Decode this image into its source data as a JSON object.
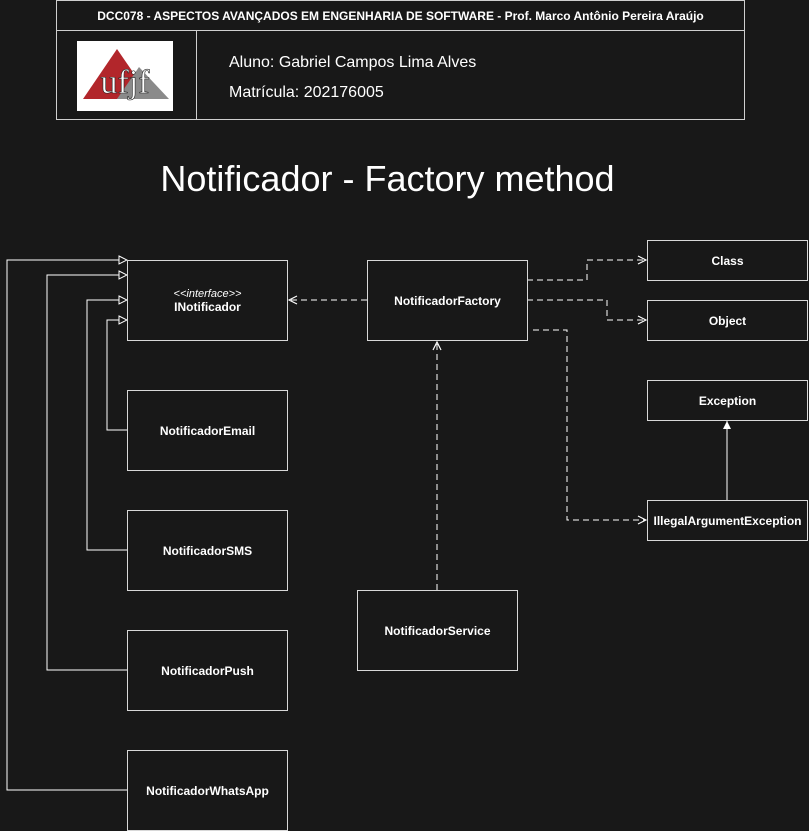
{
  "header": {
    "course": "DCC078 - ASPECTOS AVANÇADOS EM ENGENHARIA DE SOFTWARE - Prof. Marco Antônio Pereira Araújo",
    "logo_text": "ufjf",
    "student": "Aluno: Gabriel Campos Lima Alves",
    "matricula": "Matrícula: 202176005"
  },
  "title": "Notificador - Factory method",
  "classes": {
    "inotificador": {
      "stereotype": "<<interface>>",
      "name": "INotificador"
    },
    "email": "NotificadorEmail",
    "sms": "NotificadorSMS",
    "push": "NotificadorPush",
    "whatsapp": "NotificadorWhatsApp",
    "factory": "NotificadorFactory",
    "service": "NotificadorService",
    "class": "Class",
    "object": "Object",
    "exception": "Exception",
    "illegal": "IllegalArgumentException"
  },
  "colors": {
    "background": "#181818",
    "line": "#ffffff",
    "logo_red": "#b2262b",
    "logo_gray": "#8a8a8a"
  }
}
